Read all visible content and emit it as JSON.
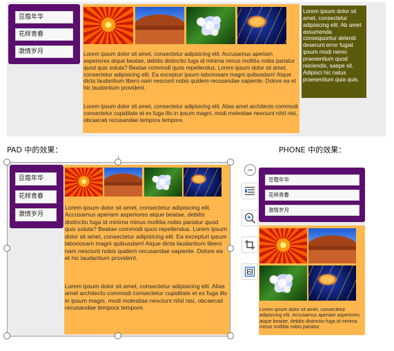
{
  "nav_items": [
    "豆蔻年华",
    "花样青春",
    "激情岁月"
  ],
  "paragraph_1": "Lorem ipsum dolor sit amet, consectetur adipisicing elit. Accusamus aperiam asperiores atque beatae, debitis distinctio fuga id minima minus mollitia nobis pariatur quod quis soluta? Beatae commodi quos repellendus. Lorem ipsum dolor sit amet, consectetur adipisicing elit. Ea excepturi ipsum laboriosam magni quibusdam! Atque dicta laudantium libero nam nesciunt nobis quidem recusandae sapiente. Dolore ea et hic laudantium provident.",
  "paragraph_2": "Lorem ipsum dolor sit amet, consectetur adipisicing elit. Alias amet architecto commodi consectetur cupiditate et ex fuga illo in ipsum magni, modi molestiae nesciunt nihil nisi, obcaecati recusandae tempora tempore.",
  "sidebar_text": "Lorem ipsum dolor sit amet, consectetur adipisicing elit. Ab amet assumenda consequuntur deleniti deserunt error fugiat ipsum modi nemo praesentium quod reiciendis, saepe sit. Adipisci hic natus praesentium quia quis.",
  "phone_text": "Lorem ipsum dolor sit amet, consectetur adipisicing elit. Accusamus aperiam asperiores atque beatae, debitis distinctio fuga id minima minus mollitia nobis pariatur",
  "captions": {
    "pad": "PAD 中的效果：",
    "phone": "PHONE 中的效果："
  },
  "photos": [
    "red-flower",
    "desert-butte",
    "white-hydrangea",
    "orange-jellyfish"
  ],
  "colors": {
    "nav": "#5b0e6e",
    "content": "#ffb74d",
    "sidebar": "#5d5a0c",
    "background": "#ececec"
  },
  "toolbar": [
    "minus-icon",
    "lines-icon",
    "zoom-icon",
    "crop-icon",
    "fit-icon"
  ]
}
